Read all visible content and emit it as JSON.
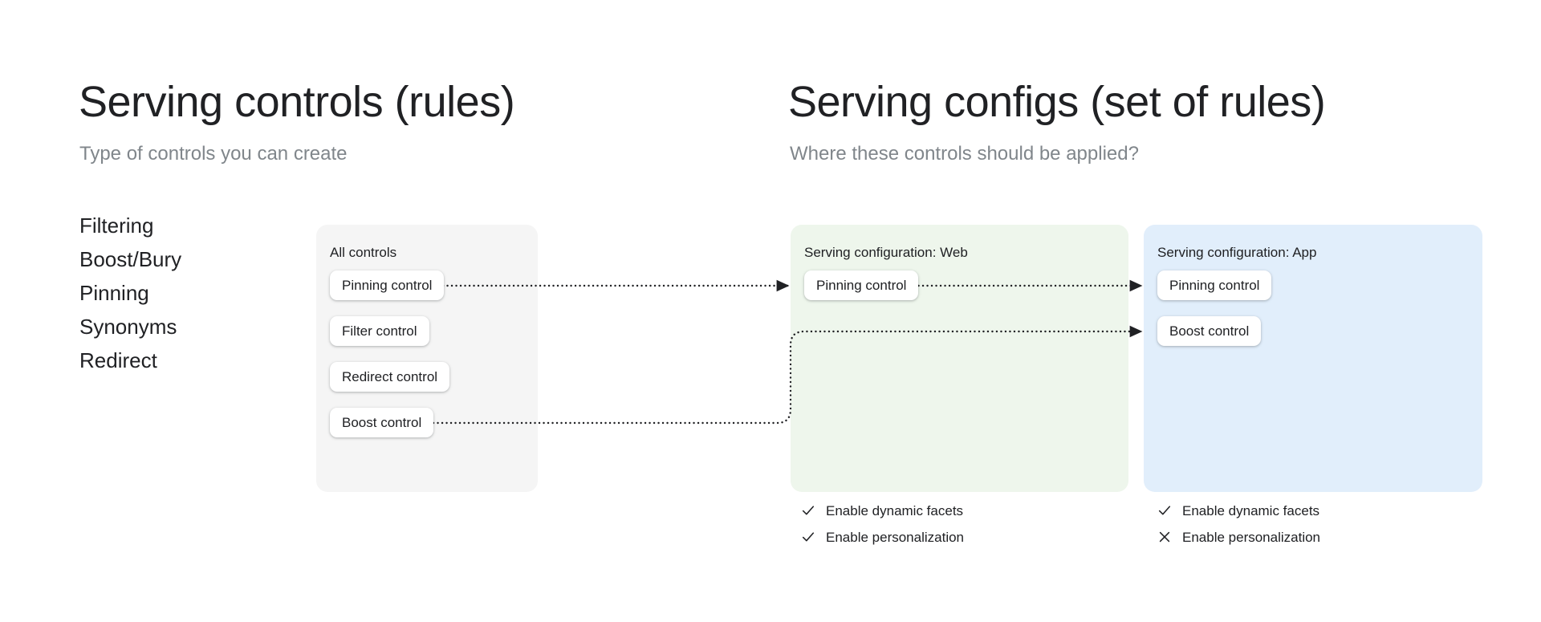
{
  "left_section": {
    "title": "Serving controls (rules)",
    "subtitle": "Type of controls you can create",
    "control_types": [
      {
        "label": "Filtering"
      },
      {
        "label": "Boost/Bury"
      },
      {
        "label": "Pinning"
      },
      {
        "label": "Synonyms"
      },
      {
        "label": "Redirect"
      }
    ]
  },
  "right_section": {
    "title": "Serving configs (set of rules)",
    "subtitle": "Where these controls should be applied?"
  },
  "panels": {
    "all_controls": {
      "title": "All controls",
      "background_color": "#f5f5f5",
      "chips": [
        {
          "label": "Pinning control"
        },
        {
          "label": "Filter control"
        },
        {
          "label": "Redirect control"
        },
        {
          "label": "Boost control"
        }
      ]
    },
    "serving_config_web": {
      "title": "Serving configuration: Web",
      "background_color": "#eef6ec",
      "chips": [
        {
          "label": "Pinning control"
        }
      ],
      "options": [
        {
          "label": "Enable dynamic facets",
          "state": "check"
        },
        {
          "label": "Enable personalization",
          "state": "check"
        }
      ]
    },
    "serving_config_app": {
      "title": "Serving configuration: App",
      "background_color": "#e1eefb",
      "chips": [
        {
          "label": "Pinning control"
        },
        {
          "label": "Boost control"
        }
      ],
      "options": [
        {
          "label": "Enable dynamic facets",
          "state": "check"
        },
        {
          "label": "Enable personalization",
          "state": "cross"
        }
      ]
    }
  },
  "connectors": {
    "style": "dotted-arrow",
    "color": "#202124",
    "links": [
      {
        "from": "all-controls.pinning-control",
        "to": "serving-config-web.pinning-control"
      },
      {
        "from": "serving-config-web.pinning-control",
        "to": "serving-config-app.pinning-control"
      },
      {
        "from": "all-controls.boost-control",
        "to": "serving-config-app.boost-control"
      }
    ]
  }
}
